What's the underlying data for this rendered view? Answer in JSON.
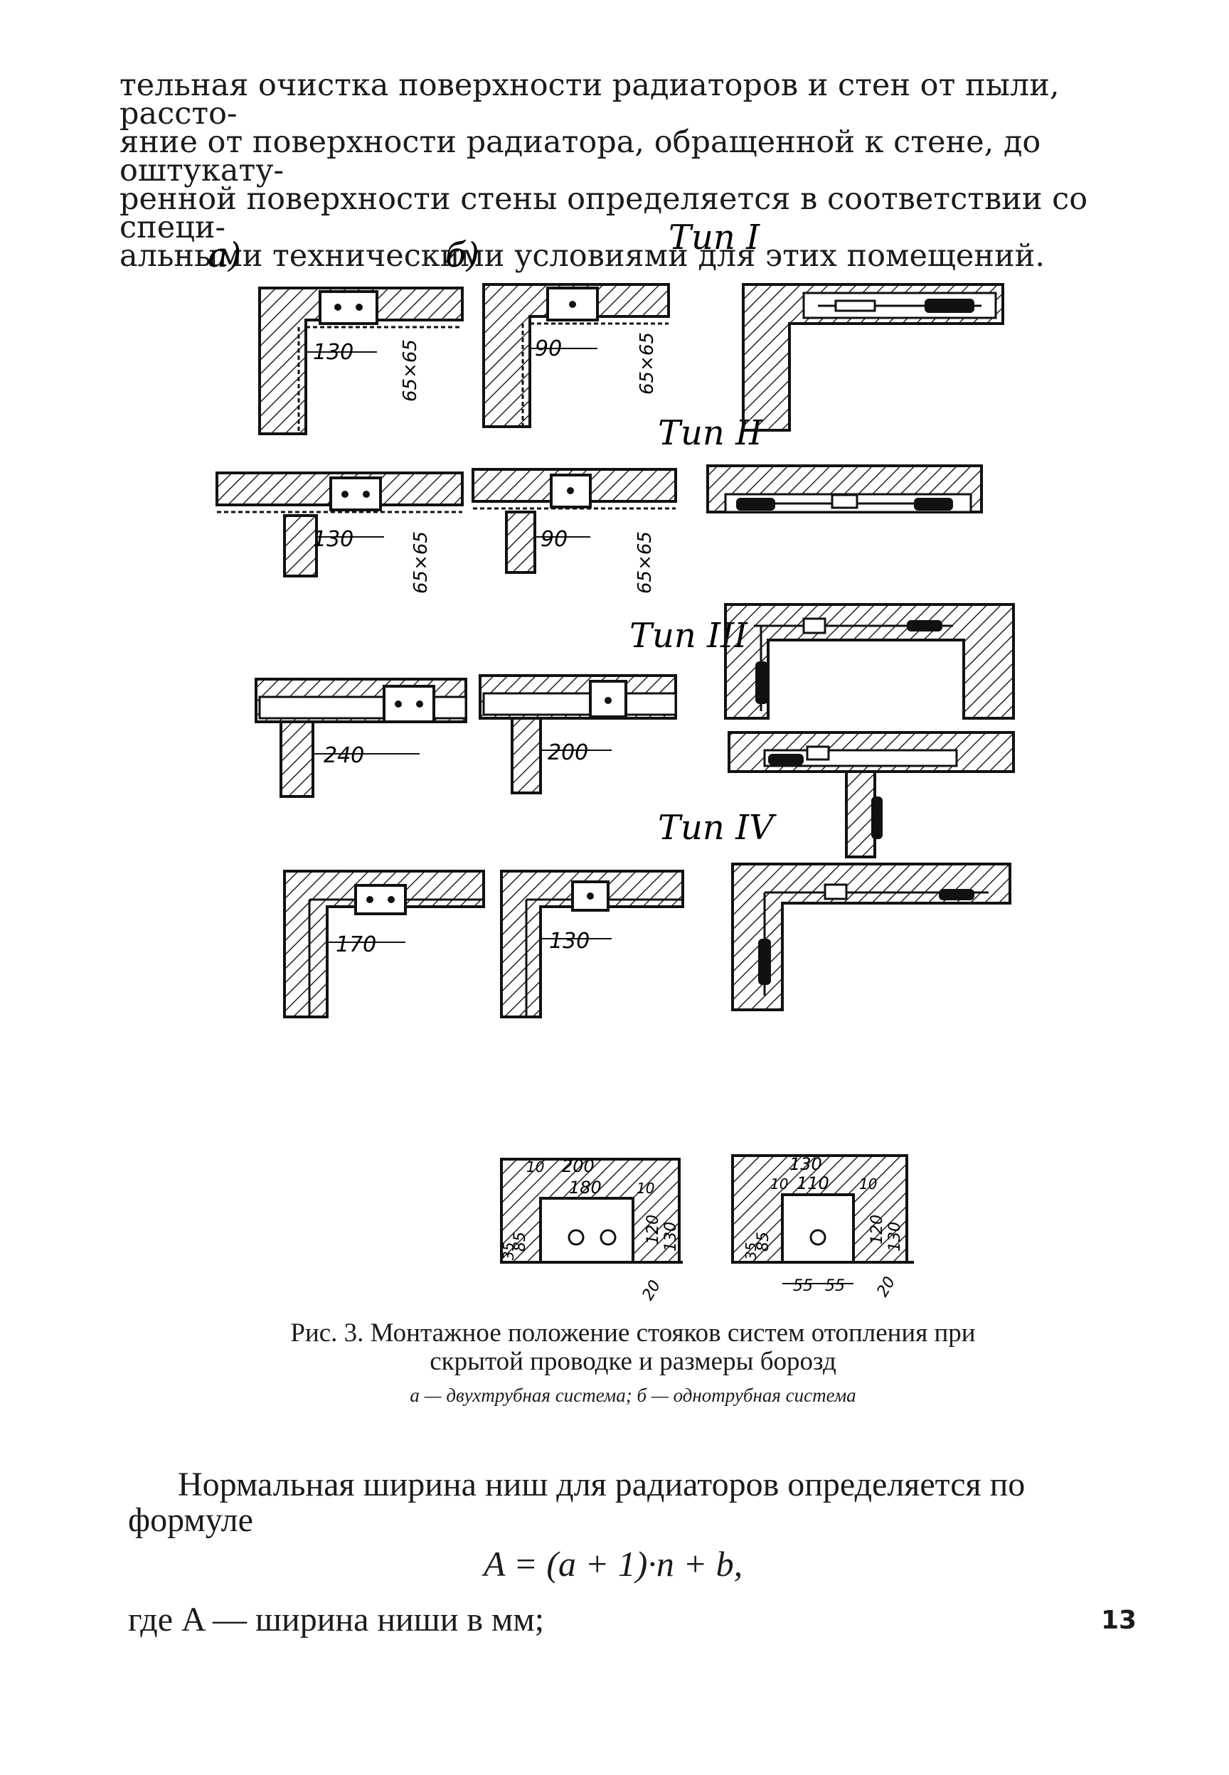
{
  "intro_lines": [
    "тельная очистка поверхности радиаторов и стен от пыли, рассто-",
    "яние от поверхности радиатора, обращенной к стене, до оштукату-",
    "ренной поверхности стены определяется в соответствии со специ-",
    "альными техническими условиями для этих помещений."
  ],
  "figure": {
    "label_a": "а)",
    "label_b": "б)",
    "type_labels": [
      "Тип I",
      "Тип II",
      "Тип III",
      "Тип IV"
    ],
    "dims": {
      "row1_a": "130",
      "row1_b": "90",
      "row1_pipe": "65×65",
      "row2_a": "130",
      "row2_b": "90",
      "row3_a": "240",
      "row3_b": "200",
      "row4_a": "170",
      "row4_b": "130"
    },
    "groove_a": [
      "200",
      "180",
      "10",
      "10",
      "85",
      "35",
      "120",
      "130",
      "20"
    ],
    "groove_b": [
      "130",
      "110",
      "10",
      "10",
      "85",
      "35",
      "120",
      "130",
      "55",
      "55",
      "20"
    ]
  },
  "caption": {
    "title_line1": "Рис. 3. Монтажное положение стояков систем отопления при",
    "title_line2": "скрытой проводке и размеры борозд",
    "legend": "а — двухтрубная система; б — однотрубная система"
  },
  "body": {
    "line1": "Нормальная ширина ниш для радиаторов определяется по",
    "line2": "формуле",
    "formula": "A = (a + 1)·n + b,",
    "where": "где A — ширина ниши в мм;"
  },
  "page_number": "13"
}
